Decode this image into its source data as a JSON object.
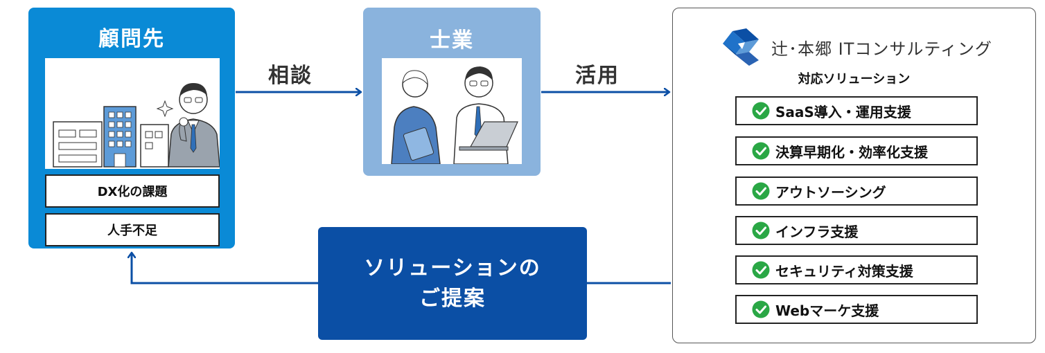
{
  "client": {
    "title": "顧問先",
    "issues": [
      "DX化の課題",
      "人手不足"
    ]
  },
  "advisor": {
    "title": "士業"
  },
  "edges": {
    "consult": "相談",
    "utilize": "活用"
  },
  "proposal": {
    "line1": "ソリューションの",
    "line2": "ご提案"
  },
  "solutions": {
    "brand": "辻･本郷 ITコンサルティング",
    "heading": "対応ソリューション",
    "items": [
      "SaaS導入・運用支援",
      "決算早期化・効率化支援",
      "アウトソーシング",
      "インフラ支援",
      "セキュリティ対策支援",
      "Webマーケ支援"
    ]
  },
  "colors": {
    "client": "#0a8ad6",
    "advisor": "#8ab3dd",
    "proposal": "#0b4fa5",
    "arrow": "#0b4fa5",
    "check": "#2aa745"
  },
  "icons": {
    "check": "check-circle-icon",
    "logo": "company-logo",
    "client_illustration": "office-buildings-businessman-illustration",
    "advisor_illustration": "professionals-with-laptop-illustration"
  }
}
